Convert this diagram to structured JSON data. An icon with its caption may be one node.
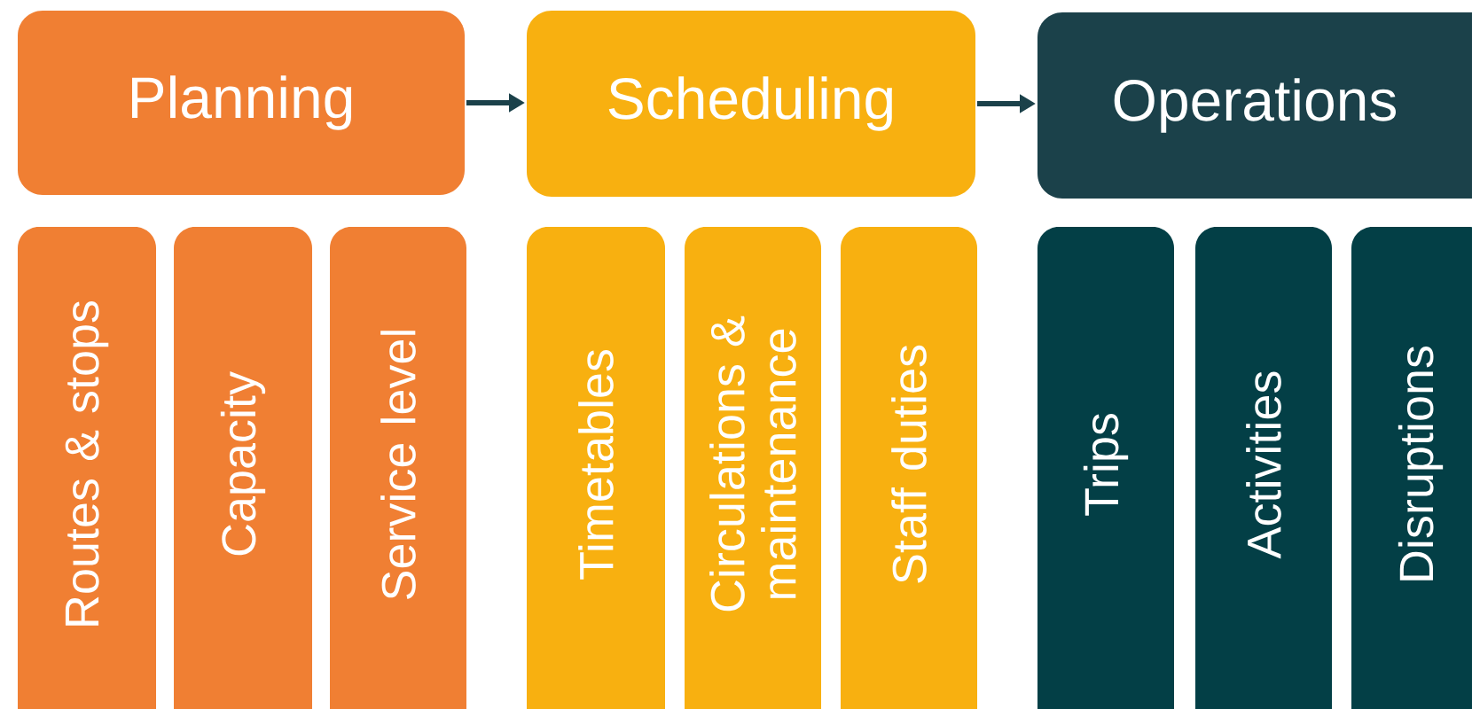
{
  "diagram": {
    "nodes": [
      {
        "text": [
          "Planning"
        ]
      },
      {
        "text": [
          "Scheduling"
        ]
      },
      {
        "text": [
          "Operations"
        ]
      },
      {
        "text": [
          "Routes & stops"
        ]
      },
      {
        "text": [
          "Capacity"
        ]
      },
      {
        "text": [
          "Service level"
        ]
      },
      {
        "text": [
          "Timetables"
        ]
      },
      {
        "text": [
          "Circulations & maintenance"
        ]
      },
      {
        "text": [
          "Staff duties"
        ]
      },
      {
        "text": [
          "Trips"
        ]
      },
      {
        "text": [
          "Activities"
        ]
      },
      {
        "text": [
          "Disruptions"
        ]
      }
    ],
    "edges": [
      {
        "from": 0,
        "to": 1,
        "arrow": "to"
      },
      {
        "from": 1,
        "to": 2,
        "arrow": "to"
      }
    ]
  }
}
